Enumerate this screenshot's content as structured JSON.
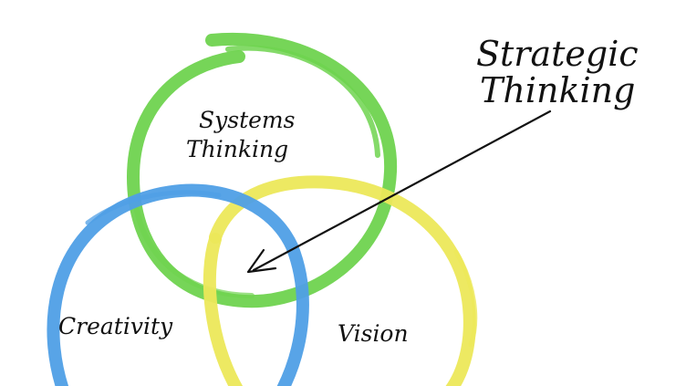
{
  "diagram": {
    "title_line1": "Strategic",
    "title_line2": "Thinking",
    "systems_line1": "Systems",
    "systems_line2": "Thinking",
    "creativity": "Creativity",
    "vision": "Vision"
  },
  "colors": {
    "background": "#ffffff",
    "systems_circle": "#6fd34f",
    "creativity_circle": "#4f9fe6",
    "vision_circle": "#ece85a",
    "text": "#111111",
    "arrow": "#111111"
  }
}
